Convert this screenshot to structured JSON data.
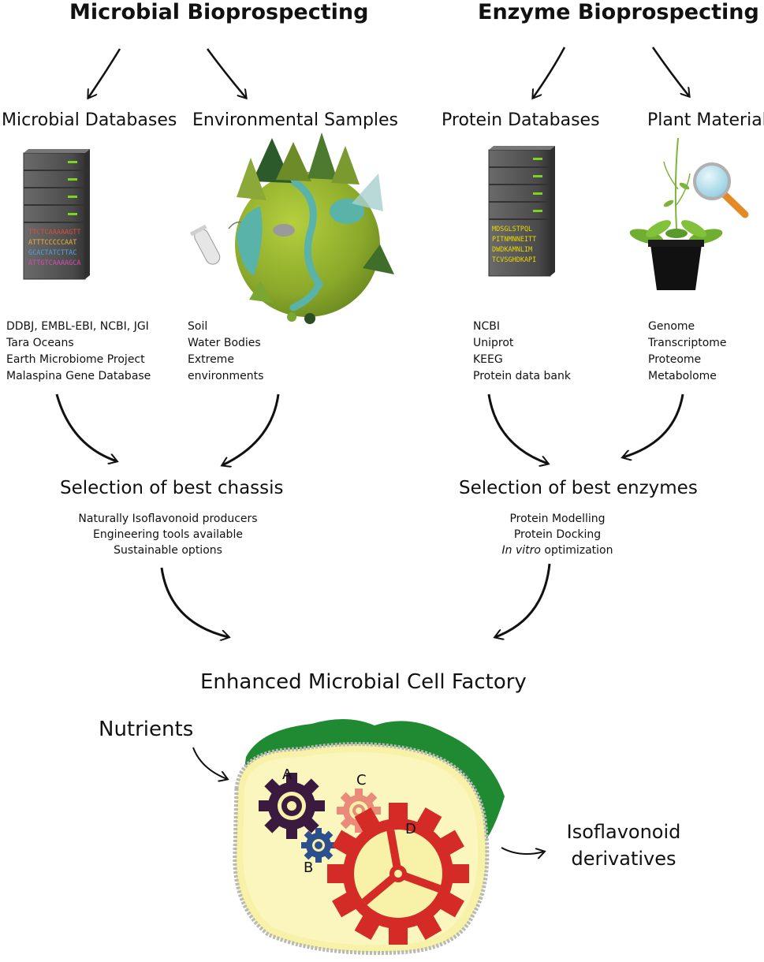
{
  "titles": {
    "microbial": "Microbial Bioprospecting",
    "enzyme": "Enzyme Bioprospecting"
  },
  "sources": {
    "microbial_databases": {
      "heading": "Microbial Databases",
      "items": [
        "DDBJ, EMBL-EBI, NCBI, JGI",
        "Tara Oceans",
        "Earth Microbiome Project",
        "Malaspina Gene Database"
      ],
      "server_lines": [
        "TTCTCAAAAAGTT",
        "ATTTCCCCCAAT",
        "GCACTATCTTAC",
        "ATTGTCAAAAGCA"
      ]
    },
    "environmental_samples": {
      "heading": "Environmental Samples",
      "items": [
        "Soil",
        "Water Bodies",
        "Extreme",
        "environments"
      ]
    },
    "protein_databases": {
      "heading": "Protein Databases",
      "items": [
        "NCBI",
        "Uniprot",
        "KEEG",
        "Protein data bank"
      ],
      "server_lines": [
        "MDSGLSTPQL",
        "PITNMNNEITT",
        "DWDKAMNLIM",
        "TCVSGHDKAPI"
      ]
    },
    "plant_material": {
      "heading": "Plant Material",
      "items": [
        "Genome",
        "Transcriptome",
        "Proteome",
        "Metabolome"
      ]
    }
  },
  "selection": {
    "chassis": {
      "heading": "Selection of best chassis",
      "items": [
        "Naturally Isoflavonoid producers",
        "Engineering tools available",
        "Sustainable options"
      ]
    },
    "enzymes": {
      "heading": "Selection of best enzymes",
      "items": [
        "Protein Modelling",
        "Protein Docking"
      ],
      "optimization_italic": "In vitro",
      "optimization_rest": " optimization"
    }
  },
  "factory": {
    "heading": "Enhanced Microbial Cell Factory",
    "input": "Nutrients",
    "output_line1": "Isoflavonoid",
    "output_line2": "derivatives",
    "gears": [
      "A",
      "B",
      "C",
      "D"
    ]
  },
  "colors": {
    "gear_a": "#3a1a3e",
    "gear_b": "#2d4f8e",
    "gear_c": "#e98a7a",
    "gear_d": "#d42b27",
    "cell_fill": "#f7f2a8",
    "cell_outer": "#1f8a32",
    "server_body": "#555555",
    "server_led": "#7dd321",
    "protein_text": "#e8d800"
  }
}
